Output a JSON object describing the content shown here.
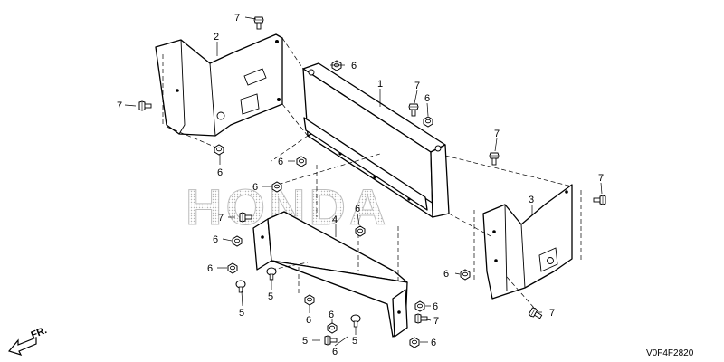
{
  "diagram": {
    "watermark": "HONDA",
    "drawing_code": "V0F4F2820",
    "front_indicator": "FR.",
    "callouts": [
      {
        "label": "7"
      },
      {
        "label": "2"
      },
      {
        "label": "6"
      },
      {
        "label": "1"
      },
      {
        "label": "7"
      },
      {
        "label": "6"
      },
      {
        "label": "7"
      },
      {
        "label": "7"
      },
      {
        "label": "6"
      },
      {
        "label": "6"
      },
      {
        "label": "6"
      },
      {
        "label": "7"
      },
      {
        "label": "3"
      },
      {
        "label": "4"
      },
      {
        "label": "6"
      },
      {
        "label": "7"
      },
      {
        "label": "6"
      },
      {
        "label": "6"
      },
      {
        "label": "5"
      },
      {
        "label": "5"
      },
      {
        "label": "6"
      },
      {
        "label": "6"
      },
      {
        "label": "7"
      },
      {
        "label": "6"
      },
      {
        "label": "6"
      },
      {
        "label": "7"
      },
      {
        "label": "5"
      },
      {
        "label": "5"
      },
      {
        "label": "6"
      },
      {
        "label": "6"
      }
    ]
  }
}
